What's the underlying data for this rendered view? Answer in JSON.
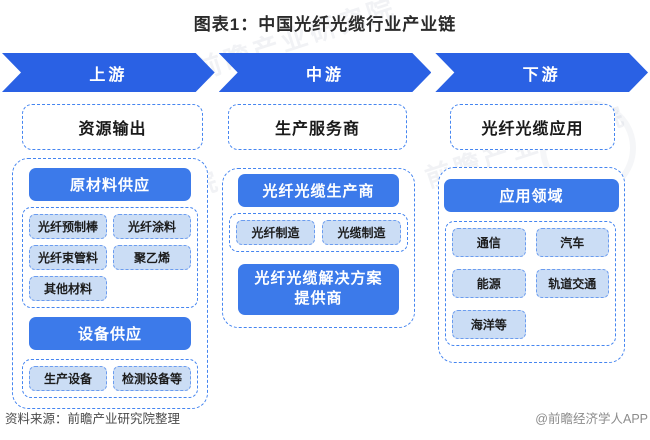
{
  "title": "图表1：中国光纤光缆行业产业链",
  "stages": [
    {
      "label": "上游"
    },
    {
      "label": "中游"
    },
    {
      "label": "下游"
    }
  ],
  "columns": [
    {
      "top_box": "资源输出",
      "sections": [
        {
          "header": "原材料供应",
          "items": [
            "光纤预制棒",
            "光纤涂料",
            "光纤束管料",
            "聚乙烯",
            "其他材料"
          ]
        },
        {
          "header": "设备供应",
          "items": [
            "生产设备",
            "检测设备等"
          ]
        }
      ]
    },
    {
      "top_box": "生产服务商",
      "sections": [
        {
          "header": "光纤光缆生产商",
          "items": [
            "光纤制造",
            "光缆制造"
          ]
        },
        {
          "header": "光纤光缆解决方案提供商",
          "items": []
        }
      ]
    },
    {
      "top_box": "光纤光缆应用",
      "sections": [
        {
          "header": "应用领域",
          "items": [
            "通信",
            "汽车",
            "能源",
            "轨道交通",
            "海洋等"
          ]
        }
      ]
    }
  ],
  "footer": {
    "source": "资料来源：前瞻产业研究院整理",
    "credit": "@前瞻经济学人APP"
  },
  "watermark": "前瞻产业研究院",
  "colors": {
    "arrow_blue": "#2a61e4",
    "header_blue": "#3c7aea",
    "chip_bg": "#cbddf5",
    "dashed_border_blue": "#4585f0"
  }
}
